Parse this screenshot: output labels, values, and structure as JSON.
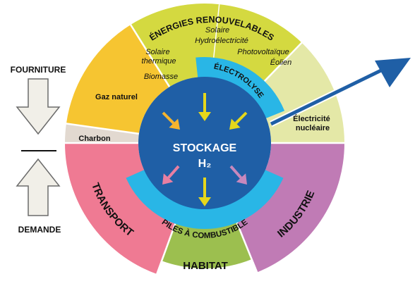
{
  "diagram": {
    "supply_label": "FOURNITURE",
    "demand_label": "DEMANDE",
    "center": {
      "line1": "STOCKAGE",
      "line2": "H₂"
    },
    "renewables": {
      "title": "ÉNERGIES RENOUVELABLES",
      "items": [
        "Solaire thermique",
        "Biomasse",
        "Solaire",
        "Hydroélectricité",
        "Photovoltaïque",
        "Éolien"
      ]
    },
    "sources": {
      "gas": "Gaz naturel",
      "coal": "Charbon",
      "nuclear": [
        "Électricité",
        "nucléaire"
      ],
      "solar_thermal": [
        "Solaire",
        "thermique"
      ],
      "biomass": "Biomasse",
      "solar": "Solaire",
      "hydro": "Hydroélectricité",
      "pv": "Photovoltaïque",
      "wind": "Éolien"
    },
    "electrolysis": "ÉLECTROLYSE",
    "fuel_cells": "PILES À COMBUSTIBLE",
    "uses": {
      "transport": "TRANSPORT",
      "habitat": "HABITAT",
      "industry": "INDUSTRIE"
    },
    "colors": {
      "renewables": "#d4d940",
      "gas": "#f6c531",
      "coal": "#e2d9d0",
      "nuclear": "#e4e8a7",
      "transport": "#ef7a93",
      "habitat": "#9cbf4f",
      "industry": "#c07bb5",
      "ring": "#29b6e6",
      "core": "#1f5fa6",
      "arrow_yellow": "#e5d71b",
      "arrow_orange": "#f6b42e",
      "arrow_pink": "#e87fa2",
      "arrow_violet": "#c788bd",
      "export_arrow": "#1f5fa6"
    }
  }
}
